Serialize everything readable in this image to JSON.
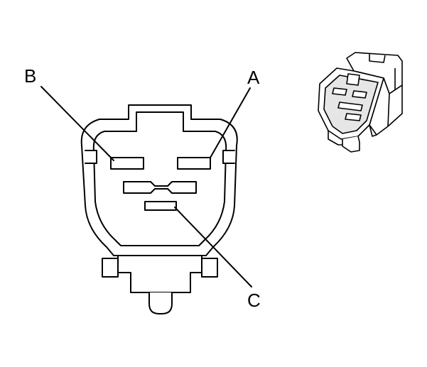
{
  "diagram": {
    "callouts": {
      "a": "A",
      "b": "B",
      "c": "C"
    },
    "colors": {
      "line": "#000000",
      "background": "#ffffff"
    }
  }
}
